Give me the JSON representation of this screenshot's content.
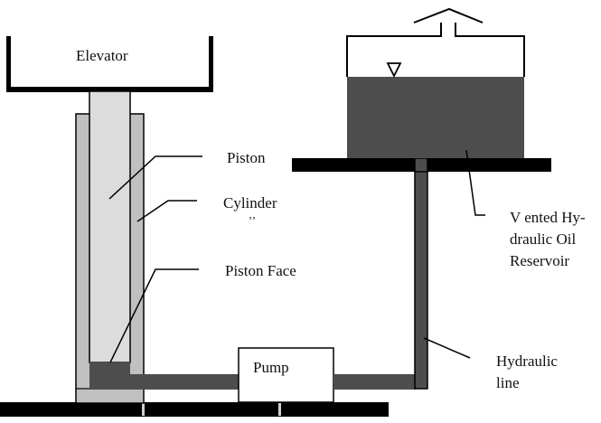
{
  "diagram": {
    "title": "Hydraulic elevator schematic",
    "labels": {
      "elevator": "Elevator",
      "piston": "Piston",
      "cylinder": "Cylinder",
      "cylinder_overflow": "ʼʼ",
      "piston_face": "Piston Face",
      "reservoir_line1": "V ented Hy-",
      "reservoir_line2": "draulic Oil",
      "reservoir_line3": "Reservoir",
      "pump": "Pump",
      "hydraulic_line1": "Hydraulic",
      "hydraulic_line2": "line"
    },
    "colors": {
      "oil": "#4d4d4d",
      "piston": "#dcdcdc",
      "cylinder": "#c0c0c0",
      "structure": "#000000",
      "background": "#ffffff"
    },
    "symbols": {
      "fluid_level": "inverted-triangle",
      "vent": "vent-cap"
    }
  }
}
